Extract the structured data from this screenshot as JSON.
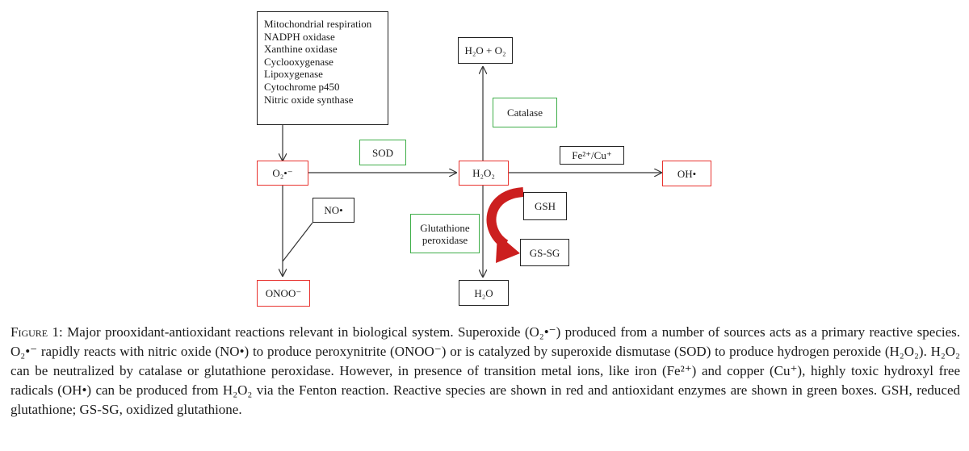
{
  "sources": {
    "items": [
      "Mitochondrial respiration",
      "NADPH oxidase",
      "Xanthine oxidase",
      "Cyclooxygenase",
      "Lipoxygenase",
      "Cytochrome p450",
      "Nitric oxide synthase"
    ]
  },
  "nodes": {
    "superoxide": "O₂•⁻",
    "no": "NO•",
    "peroxynitrite": "ONOO⁻",
    "sod": "SOD",
    "h2o2": "H₂O₂",
    "h2o_o2": "H₂O + O₂",
    "catalase": "Catalase",
    "fe_cu": "Fe²⁺/Cu⁺",
    "oh": "OH•",
    "gsh": "GSH",
    "gssg": "GS-SG",
    "gpx_line1": "Glutathione",
    "gpx_line2": "peroxidase",
    "h2o": "H₂O"
  },
  "colors": {
    "reactive_species": "#e8332f",
    "antioxidant_enzymes": "#3fae49",
    "curved_arrow": "#cc1f1f"
  },
  "caption": {
    "prefix": "Figure 1:",
    "text": "Major prooxidant-antioxidant reactions relevant in biological system. Superoxide (O₂•⁻) produced from a number of sources acts as a primary reactive species. O₂•⁻ rapidly reacts with nitric oxide (NO•) to produce peroxynitrite (ONOO⁻) or is catalyzed by superoxide dismutase (SOD) to produce hydrogen peroxide (H₂O₂). H₂O₂ can be neutralized by catalase or glutathione peroxidase. However, in presence of transition metal ions, like iron (Fe²⁺) and copper (Cu⁺), highly toxic hydroxyl free radicals (OH•) can be produced from H₂O₂ via the Fenton reaction. Reactive species are shown in red and antioxidant enzymes are shown in green boxes. GSH, reduced glutathione; GS-SG, oxidized glutathione."
  }
}
